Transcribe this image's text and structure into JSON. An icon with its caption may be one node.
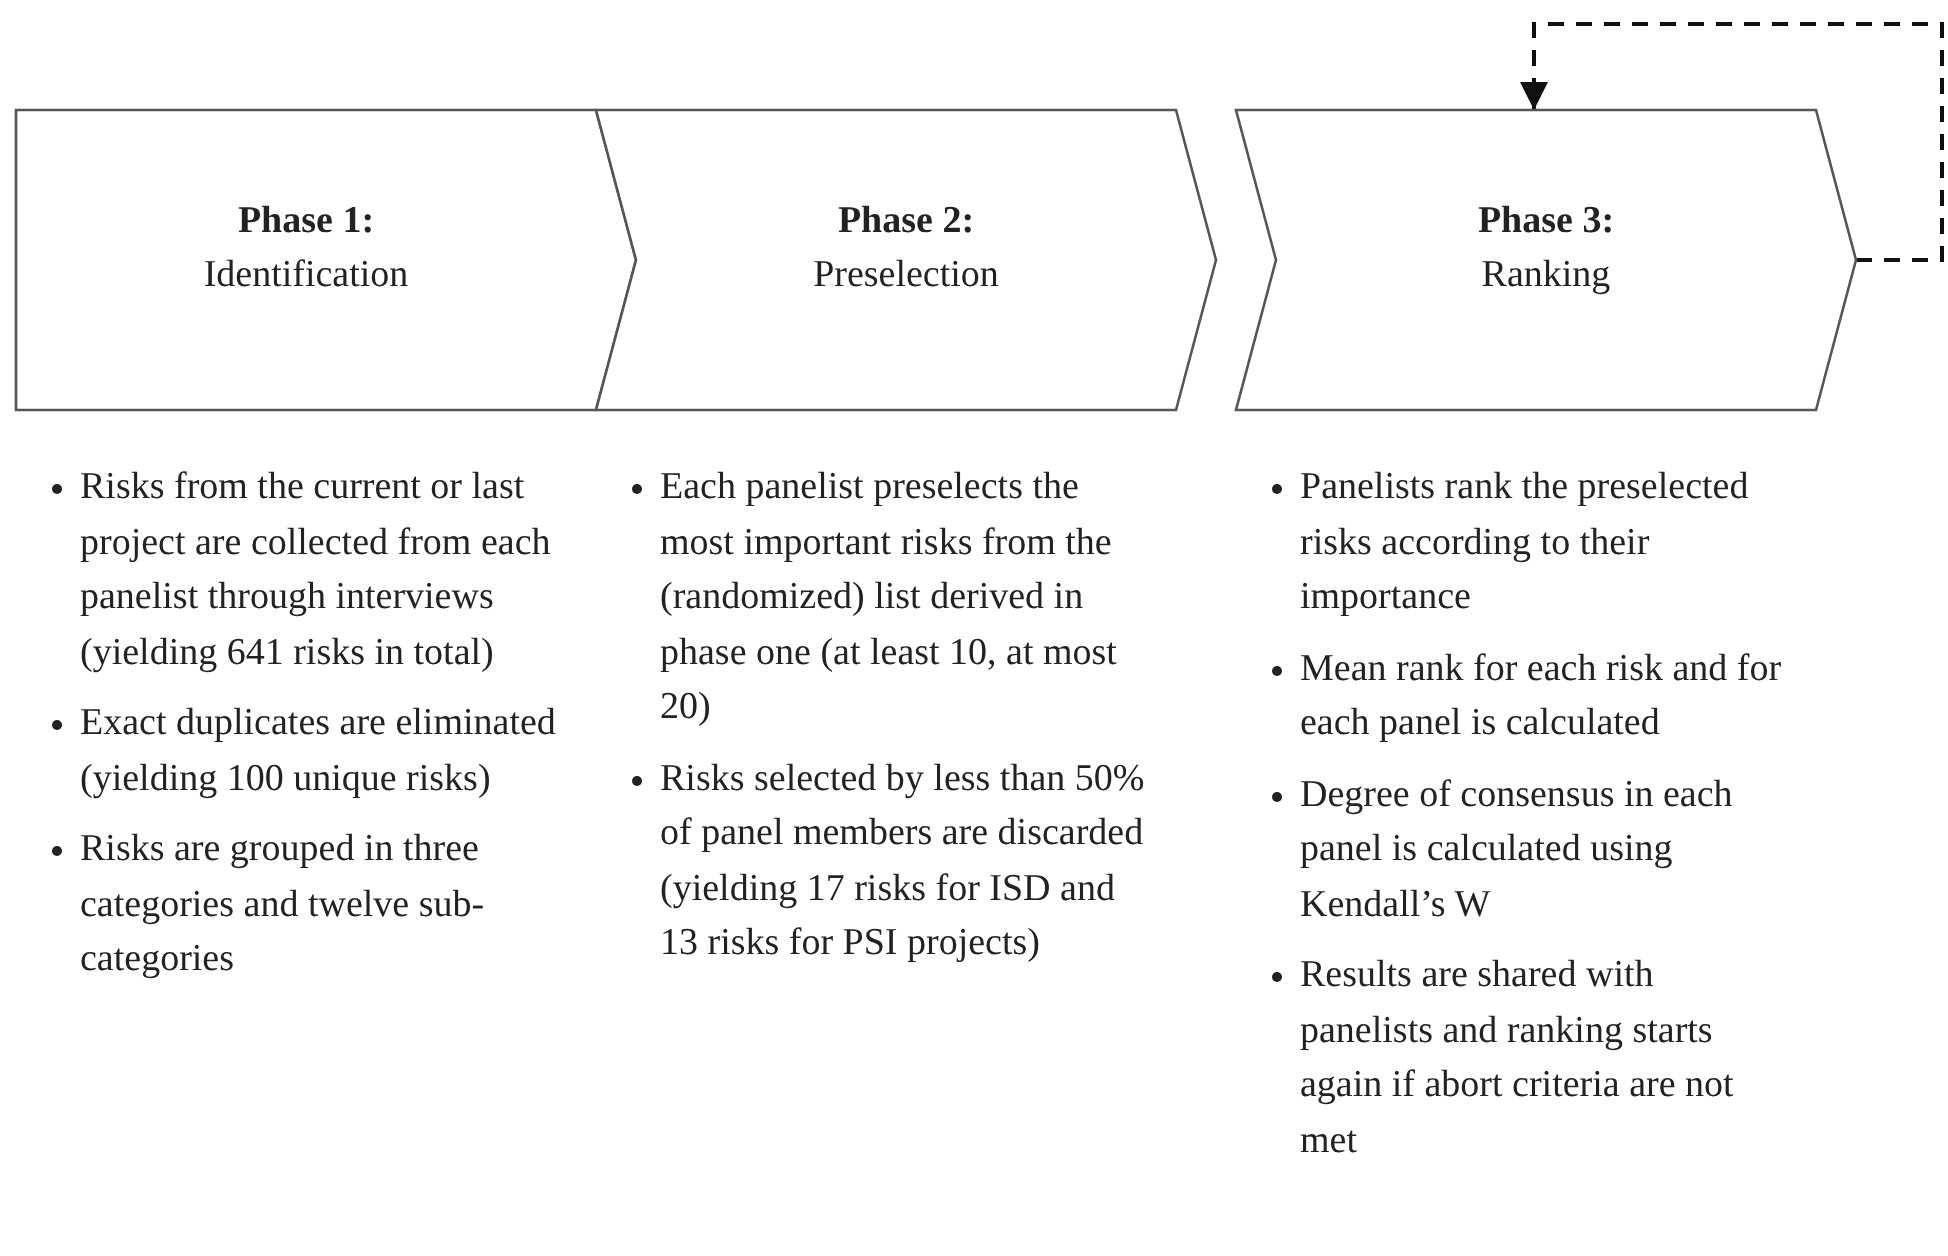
{
  "diagram": {
    "nodes": [
      {
        "text": [
          "Phase 1:",
          "Identification"
        ],
        "beside": [
          "Risks from the current or last project are collected from each panelist through interviews (yielding 641 risks in total)",
          "Exact duplicates are eliminated (yielding 100 unique risks)",
          "Risks are grouped in three categories and twelve sub-categories"
        ]
      },
      {
        "text": [
          "Phase 2:",
          "Preselection"
        ],
        "beside": [
          "Each panelist preselects the most important risks from the (randomized) list derived in phase one (at least 10, at most 20)",
          "Risks selected by less than 50% of panel members are discarded (yielding 17 risks for ISD and 13 risks for PSI projects)"
        ]
      },
      {
        "text": [
          "Phase 3:",
          "Ranking"
        ],
        "beside": [
          "Panelists rank the preselected risks according to their importance",
          "Mean rank for each risk and for each panel is calculated",
          "Degree of consensus in each panel is calculated using Kendall’s W",
          "Results are shared with panelists and ranking starts again if abort criteria are not met"
        ]
      }
    ],
    "edges": [
      {
        "from": 2,
        "to": 2,
        "arrow": "to",
        "style": "dashed"
      }
    ]
  }
}
